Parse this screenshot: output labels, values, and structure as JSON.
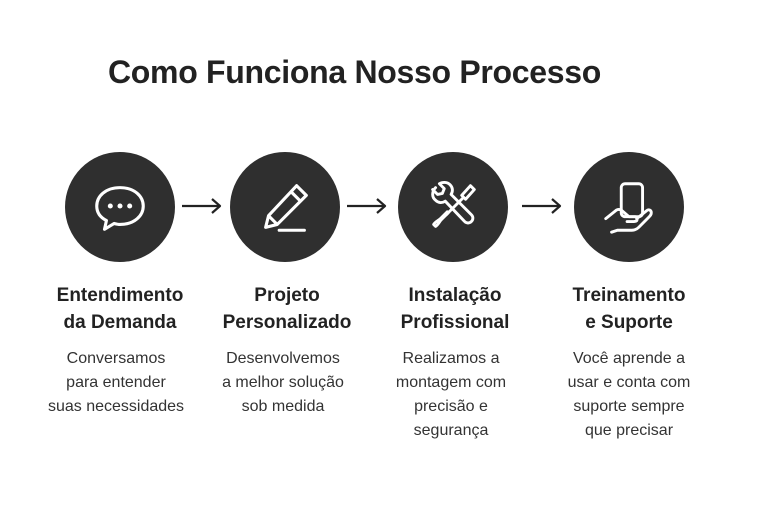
{
  "title": "Como Funciona Nosso Processo",
  "colors": {
    "circle": "#2f2f2f",
    "icon": "#ffffff",
    "text": "#222222"
  },
  "steps": [
    {
      "icon": "chat-bubble-icon",
      "title_lines": [
        "Entendimento",
        "da Demanda"
      ],
      "desc_lines": [
        "Conversamos",
        "para entender",
        "suas necessidades"
      ]
    },
    {
      "icon": "pencil-icon",
      "title_lines": [
        "Projeto",
        "Personalizado"
      ],
      "desc_lines": [
        "Desenvolvemos",
        "a melhor solução",
        "sob medida"
      ]
    },
    {
      "icon": "tools-icon",
      "title_lines": [
        "Instalação",
        "Profissional"
      ],
      "desc_lines": [
        "Realizamos a",
        "montagem com",
        "precisão e",
        "segurança"
      ]
    },
    {
      "icon": "hand-phone-icon",
      "title_lines": [
        "Treinamento",
        "e Suporte"
      ],
      "desc_lines": [
        "Você aprende a",
        "usar e conta com",
        "suporte sempre",
        "que precisar"
      ]
    }
  ]
}
